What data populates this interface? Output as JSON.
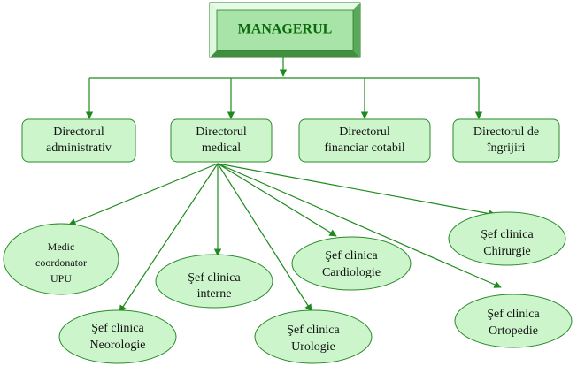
{
  "colors": {
    "node_fill": "#ccf5cc",
    "node_stroke": "#2a8a2a",
    "line": "#1e8a1e",
    "title_text": "#0a6a0a"
  },
  "root": {
    "label": "MANAGERUL"
  },
  "level1": [
    {
      "lines": [
        "Directorul",
        "administrativ"
      ]
    },
    {
      "lines": [
        "Directorul",
        "medical"
      ]
    },
    {
      "lines": [
        "Directorul",
        "financiar cotabil"
      ]
    },
    {
      "lines": [
        "Directorul de",
        "îngrijiri"
      ]
    }
  ],
  "level2": [
    {
      "lines": [
        "Medic",
        "coordonator",
        "UPU"
      ]
    },
    {
      "lines": [
        "Şef clinica",
        "Neorologie"
      ]
    },
    {
      "lines": [
        "Şef clinica",
        "interne"
      ]
    },
    {
      "lines": [
        "Şef clinica",
        "Urologie"
      ]
    },
    {
      "lines": [
        "Şef clinica",
        "Cardiologie"
      ]
    },
    {
      "lines": [
        "Şef clinica",
        "Chirurgie"
      ]
    },
    {
      "lines": [
        "Şef clinica",
        "Ortopedie"
      ]
    }
  ]
}
